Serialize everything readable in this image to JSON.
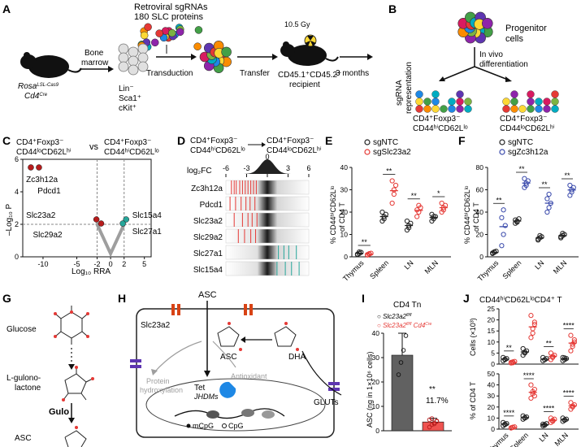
{
  "panels": {
    "A": {
      "label": "A",
      "retro_line1": "Retroviral sgRNAs",
      "retro_line2": "180 SLC proteins",
      "mouse_line1": "Rosa",
      "mouse_sup1": "LSL-Cas9",
      "mouse_line2": "Cd4",
      "mouse_sup2": "Cre",
      "bm_line1": "Bone",
      "bm_line2": "marrow",
      "lin": "Lin⁻",
      "sca": "Sca1⁺",
      "ckit": "cKit⁺",
      "transduction": "Transduction",
      "transfer": "Transfer",
      "dose": "10.5 Gy",
      "recipient1": "CD45.1⁺CD45.2⁺",
      "recipient2": "recipient",
      "months": "3 months"
    },
    "B": {
      "label": "B",
      "progenitor1": "Progenitor",
      "progenitor2": "cells",
      "invivo1": "In vivo",
      "invivo2": "differentiation",
      "ylab1": "sgRNA",
      "ylab2": "representation",
      "left1": "CD4⁺Foxp3⁻",
      "left2": "CD44ʰⁱCD62Lˡᵒ",
      "right1": "CD4⁺Foxp3⁻",
      "right2": "CD44ˡᵒCD62Lʰⁱ"
    },
    "C": {
      "label": "C",
      "head_left1": "CD4⁺Foxp3⁻",
      "head_left2": "CD44ˡᵒCD62Lʰⁱ",
      "vs": "vs",
      "head_right1": "CD4⁺Foxp3⁻",
      "head_right2": "CD44ʰⁱCD62Lˡᵒ",
      "ylabel": "–Log₁₀ P",
      "xlabel": "Log₁₀ RRA",
      "genes": [
        "Zc3h12a",
        "Pdcd1",
        "Slc23a2",
        "Slc29a2",
        "Slc15a4",
        "Slc27a1"
      ]
    },
    "D": {
      "label": "D",
      "head_left1": "CD4⁺Foxp3⁻",
      "head_left2": "CD44ʰⁱCD62Lˡᵒ",
      "head_right1": "CD4⁺Foxp3⁻",
      "head_right2": "CD44ˡᵒCD62Lʰⁱ",
      "axis_title": "log₂FC",
      "genes": [
        "Zc3h12a",
        "Pdcd1",
        "Slc23a2",
        "Slc29a2",
        "Slc27a1",
        "Slc15a4"
      ]
    },
    "E": {
      "label": "E",
      "legend": [
        "sgNTC",
        "sgSlc23a2"
      ],
      "ylabel1": "% CD44ʰⁱCD62Lˡᵒ",
      "ylabel2": "of CD4 T"
    },
    "F": {
      "label": "F",
      "legend": [
        "sgNTC",
        "sgZc3h12a"
      ],
      "ylabel1": "% CD44ʰⁱCD62Lˡᵒ",
      "ylabel2": "of CD4 T"
    },
    "G": {
      "label": "G",
      "glucose": "Glucose",
      "lgl1": "L-gulono-",
      "lgl2": "lactone",
      "gulo": "Gulo",
      "asc": "ASC"
    },
    "H": {
      "label": "H",
      "asc_top": "ASC",
      "slc": "Slc23a2",
      "asc_mid": "ASC",
      "dha": "DHA",
      "prot1": "Protein",
      "prot2": "hydroxylation",
      "antiox": "Antioxidant",
      "gluts": "GLUTs",
      "tet": "Tet",
      "jhdms": "JHDMs",
      "mcpg": "mCpG",
      "cpg": "CpG"
    },
    "I": {
      "label": "I",
      "title": "CD4 Tn",
      "legend1": "Slc23a2",
      "legend1_sup": "fl/fl",
      "legend2": "Slc23a2",
      "legend2_sup": "fl/fl",
      "legend2_tail": " Cd4",
      "legend2_tail_sup": "Cre",
      "ylabel": "ASC (ng in 1×10⁶ cells)",
      "pct": "11.7%",
      "sig": "**"
    },
    "J": {
      "label": "J",
      "title": "CD44ʰⁱCD62LˡᵒCD4⁺ T",
      "ylabel_top": "Cells (×10³)",
      "ylabel_bottom": "% of CD4 T"
    }
  },
  "chart_data": [
    {
      "panel": "C",
      "type": "scatter",
      "xlabel": "Log₁₀ RRA",
      "ylabel": "–Log₁₀ P",
      "xlim": [
        -13,
        6
      ],
      "ylim": [
        0,
        6
      ],
      "x_ticks": [
        -10,
        -5,
        -2,
        0,
        2,
        5
      ],
      "y_ticks": [
        0,
        2,
        4,
        6
      ],
      "highlighted": [
        {
          "gene": "Zc3h12a",
          "x": -11.8,
          "y": 5.5,
          "color": "#b71c1c"
        },
        {
          "gene": "Pdcd1",
          "x": -10.6,
          "y": 5.5,
          "color": "#b71c1c"
        },
        {
          "gene": "Slc23a2",
          "x": -2.1,
          "y": 2.3,
          "color": "#b71c1c"
        },
        {
          "gene": "Slc29a2",
          "x": -1.4,
          "y": 2.05,
          "color": "#b71c1c"
        },
        {
          "gene": "Slc15a4",
          "x": 2.3,
          "y": 2.3,
          "color": "#26a69a"
        },
        {
          "gene": "Slc27a1",
          "x": 1.8,
          "y": 2.05,
          "color": "#26a69a"
        }
      ]
    },
    {
      "panel": "D",
      "type": "heatmap",
      "x_ticks": [
        -6,
        -3,
        0,
        3,
        6
      ],
      "rows": [
        "Zc3h12a",
        "Pdcd1",
        "Slc23a2",
        "Slc29a2",
        "Slc27a1",
        "Slc15a4"
      ]
    },
    {
      "panel": "E",
      "type": "scatter",
      "categories": [
        "Thymus",
        "Spleen",
        "LN",
        "MLN"
      ],
      "ylim": [
        0,
        40
      ],
      "y_ticks": [
        0,
        10,
        20,
        30,
        40
      ],
      "significance": [
        "**",
        "**",
        "**",
        "*"
      ],
      "series": [
        {
          "name": "sgNTC",
          "color": "#222222",
          "values": [
            [
              1,
              1.5,
              2,
              1.2,
              2.2
            ],
            [
              16,
              18,
              19,
              20,
              17
            ],
            [
              12,
              14,
              15,
              16,
              13
            ],
            [
              16,
              17,
              18,
              19,
              18
            ]
          ]
        },
        {
          "name": "sgSlc23a2",
          "color": "#e53935",
          "values": [
            [
              0.8,
              1.2,
              1.6,
              1,
              1.4
            ],
            [
              24,
              28,
              32,
              34,
              30
            ],
            [
              18,
              20,
              22,
              21,
              23
            ],
            [
              20,
              22,
              23,
              24,
              21
            ]
          ]
        }
      ]
    },
    {
      "panel": "F",
      "type": "scatter",
      "categories": [
        "Thymus",
        "Spleen",
        "LN",
        "MLN"
      ],
      "ylim": [
        0,
        80
      ],
      "y_ticks": [
        0,
        20,
        40,
        60,
        80
      ],
      "significance": [
        "**",
        "**",
        "**",
        "**"
      ],
      "series": [
        {
          "name": "sgNTC",
          "color": "#222222",
          "values": [
            [
              3,
              4,
              5,
              3.5,
              4.5
            ],
            [
              30,
              32,
              34,
              33,
              31
            ],
            [
              15,
              17,
              18,
              16,
              19
            ],
            [
              17,
              19,
              20,
              18,
              21
            ]
          ]
        },
        {
          "name": "sgZc3h12a",
          "color": "#3949ab",
          "values": [
            [
              10,
              20,
              28,
              35,
              42
            ],
            [
              62,
              66,
              68,
              70,
              64
            ],
            [
              40,
              44,
              48,
              52,
              56
            ],
            [
              55,
              58,
              62,
              64,
              60
            ]
          ]
        }
      ]
    },
    {
      "panel": "I",
      "type": "bar",
      "title": "CD4 Tn",
      "ylabel": "ASC (ng in 1×10⁶ cells)",
      "ylim": [
        0,
        40
      ],
      "y_ticks": [
        0,
        10,
        20,
        30,
        40
      ],
      "series": [
        {
          "name": "Slc23a2 fl/fl",
          "color": "#616161",
          "value": 31,
          "err": 9,
          "points": [
            23,
            28,
            33,
            39
          ]
        },
        {
          "name": "Slc23a2 fl/fl Cd4 Cre",
          "color": "#ef5350",
          "value": 3.6,
          "err": 1.5,
          "points": [
            1.5,
            2.5,
            3.2,
            4,
            4.5,
            5,
            2.8,
            3.8
          ]
        }
      ],
      "annotation": "11.7%"
    },
    {
      "panel": "J-top",
      "type": "scatter",
      "ylabel": "Cells (×10³)",
      "ylim": [
        0,
        25
      ],
      "y_ticks": [
        0,
        5,
        10,
        15,
        20,
        25
      ],
      "categories": [
        "Thymus",
        "Spleen",
        "LN",
        "MLN"
      ],
      "significance": [
        "**",
        "",
        "**",
        "****"
      ],
      "series": [
        {
          "name": "Slc23a2 fl/fl",
          "color": "#222222",
          "values": [
            [
              1.5,
              2,
              2.5,
              3,
              2.2
            ],
            [
              4,
              5,
              6,
              7,
              5.5
            ],
            [
              1.5,
              2,
              2.5,
              3,
              2
            ],
            [
              1.5,
              2,
              2.5,
              3,
              2.8
            ]
          ]
        },
        {
          "name": "Slc23a2 fl/fl Cd4 Cre",
          "color": "#e53935",
          "values": [
            [
              0.5,
              1,
              1.2,
              0.8,
              0.6
            ],
            [
              12,
              16,
              19,
              22,
              14,
              18
            ],
            [
              2,
              3,
              4,
              5,
              3.5
            ],
            [
              6,
              9,
              11,
              13,
              8,
              10
            ]
          ]
        }
      ]
    },
    {
      "panel": "J-bottom",
      "type": "scatter",
      "ylabel": "% of CD4 T",
      "ylim": [
        0,
        50
      ],
      "y_ticks": [
        0,
        10,
        20,
        30,
        40,
        50
      ],
      "categories": [
        "Thymus",
        "Spleen",
        "LN",
        "MLN"
      ],
      "significance": [
        "****",
        "****",
        "****",
        "****"
      ],
      "series": [
        {
          "name": "Slc23a2 fl/fl",
          "color": "#222222",
          "values": [
            [
              3,
              4,
              5,
              6,
              4.5
            ],
            [
              9,
              10,
              11,
              12,
              10.5
            ],
            [
              3,
              4,
              5,
              4.5,
              3.5
            ],
            [
              7,
              8,
              9,
              10,
              8.5
            ]
          ]
        },
        {
          "name": "Slc23a2 fl/fl Cd4 Cre",
          "color": "#e53935",
          "values": [
            [
              1,
              1.5,
              2,
              1.2,
              1.8
            ],
            [
              28,
              32,
              36,
              40,
              34,
              30
            ],
            [
              6,
              8,
              9,
              10,
              7
            ],
            [
              18,
              20,
              22,
              24,
              21
            ]
          ]
        }
      ]
    }
  ]
}
